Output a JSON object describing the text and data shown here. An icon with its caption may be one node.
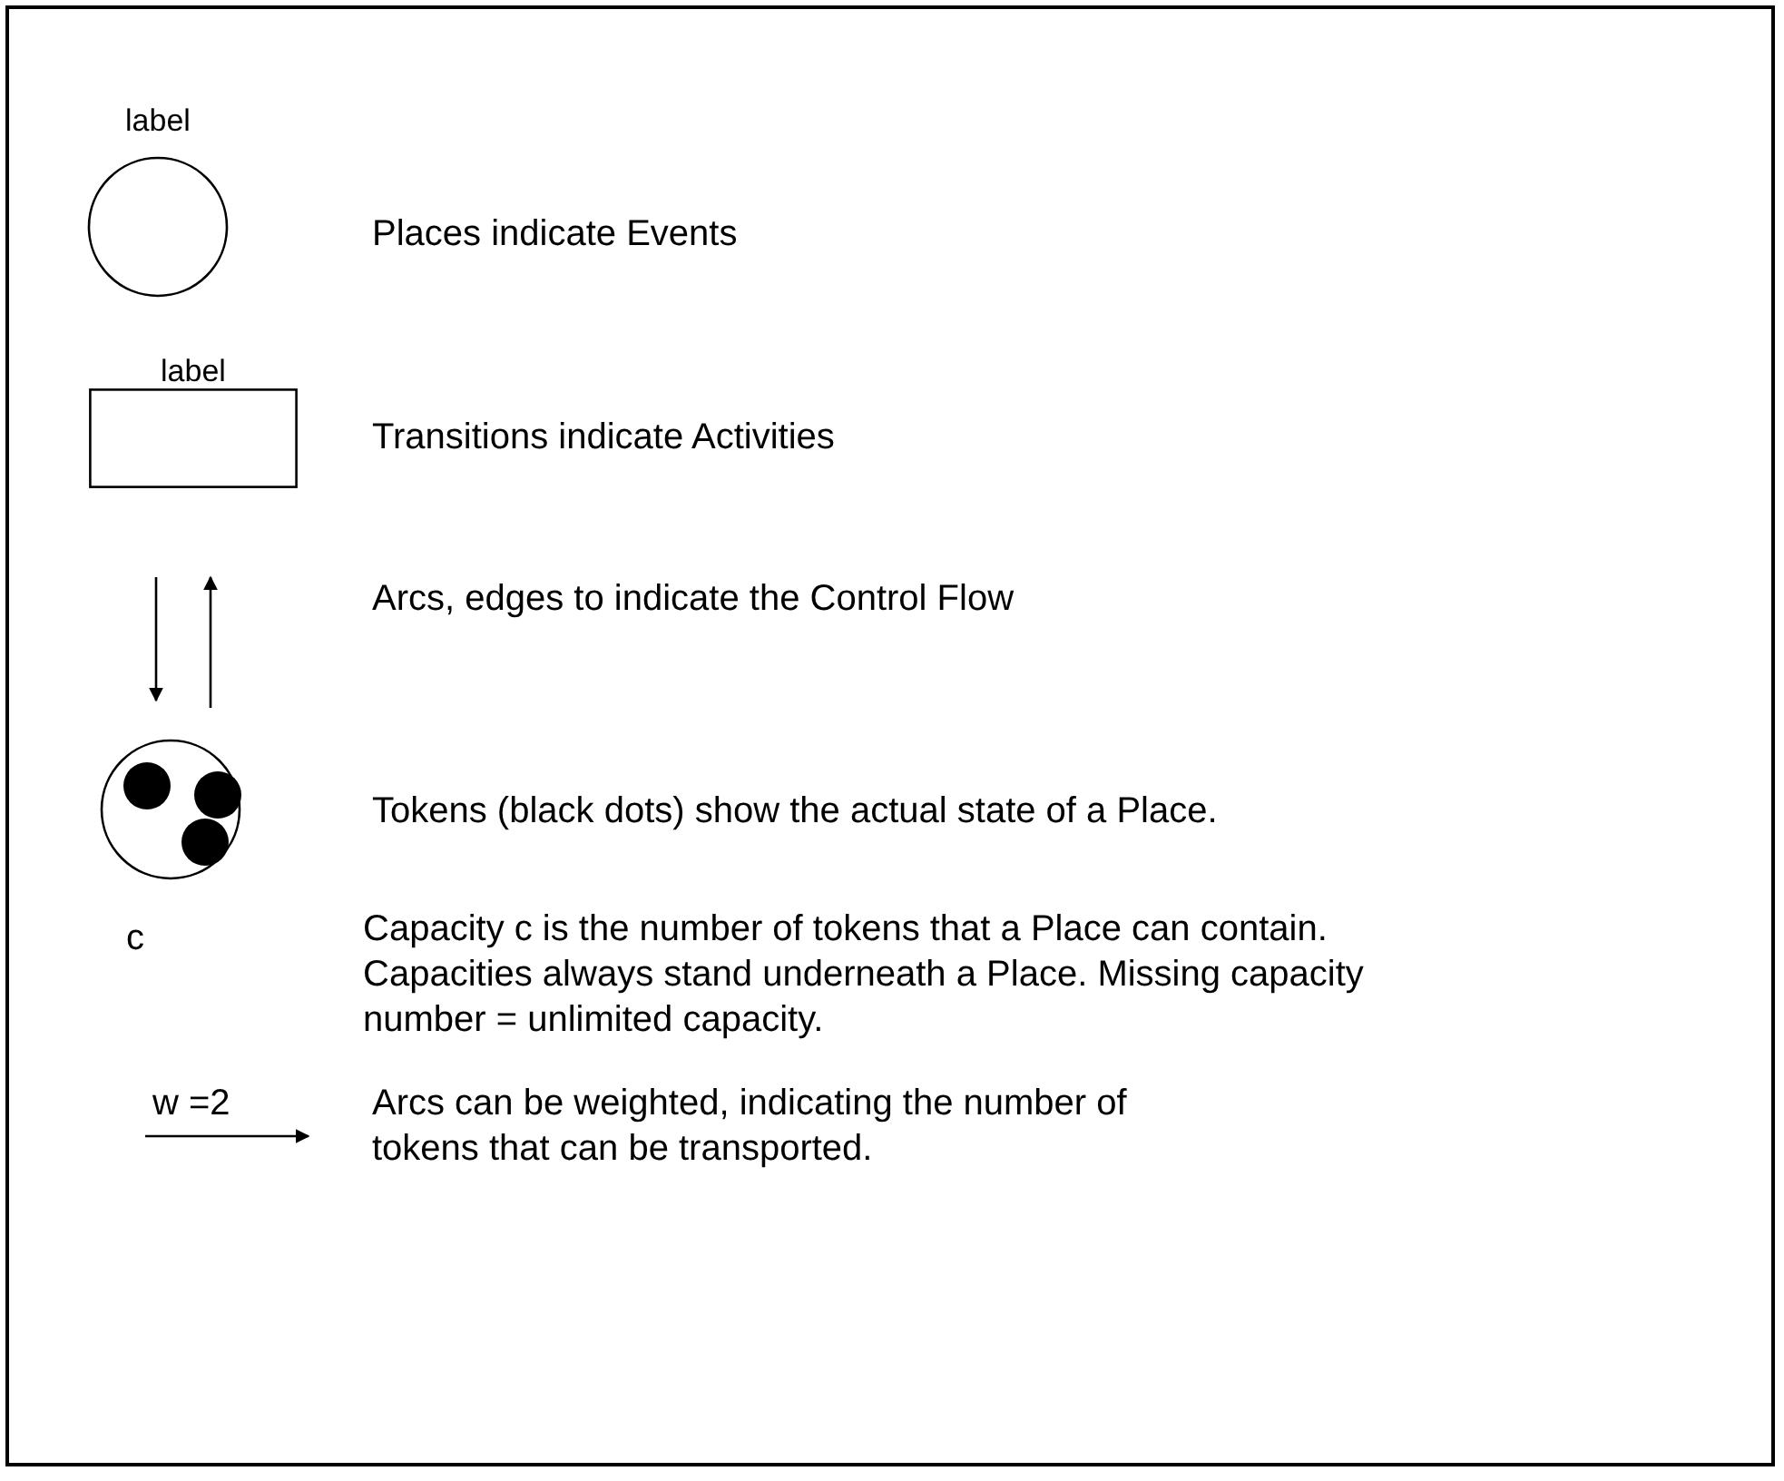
{
  "diagram": {
    "nodes": [
      {
        "text": [
          "label"
        ]
      },
      {
        "text": [
          "label"
        ]
      },
      {
        "text": [],
        "shape": "circle",
        "beside": [
          "c"
        ]
      },
      {
        "text": [],
        "shape": "circle",
        "in": 2
      },
      {
        "text": [],
        "shape": "circle",
        "in": 2
      },
      {
        "text": [],
        "shape": "circle",
        "in": 2
      }
    ],
    "edges": [],
    "labels": [
      "Places indicate Events",
      "Transitions indicate Activities",
      "Arcs, edges to indicate the Control Flow",
      "Tokens (black dots) show the actual state of a Place.",
      "Capacity c is the number of tokens that a Place can contain. Capacities always stand underneath a Place. Missing capacity number = unlimited capacity.",
      "w =2",
      "Arcs can be weighted, indicating the number of tokens that can be transported."
    ]
  }
}
